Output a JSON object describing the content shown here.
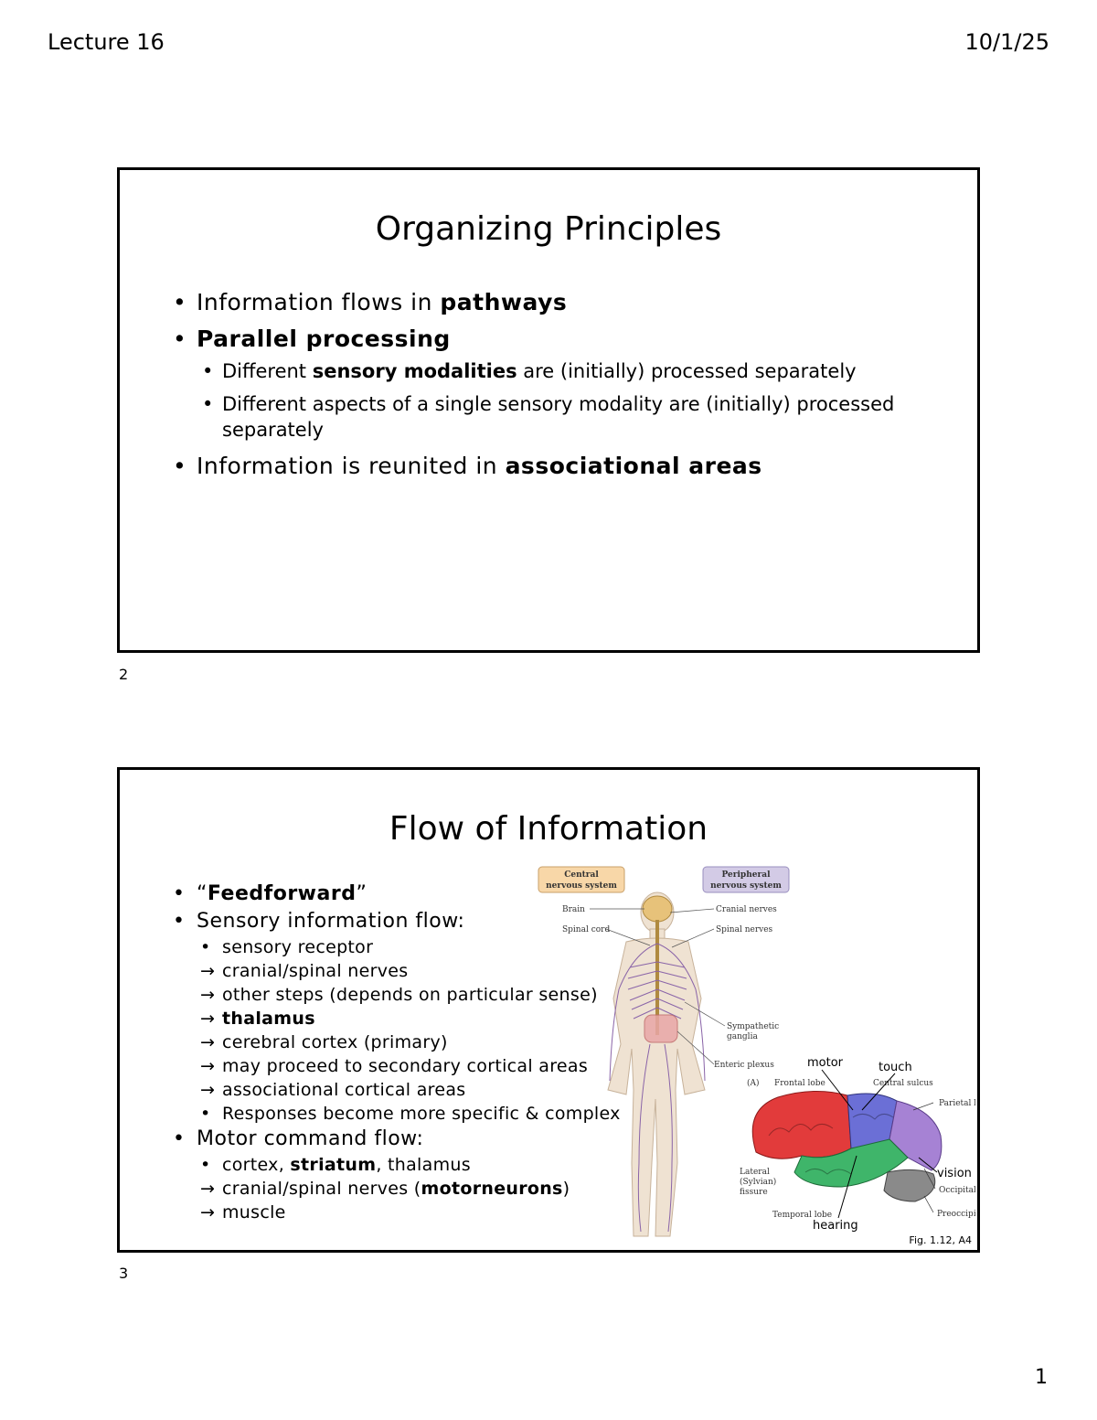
{
  "header": {
    "left": "Lecture 16",
    "right": "10/1/25"
  },
  "page_number": "1",
  "slide1": {
    "number": "2",
    "title": "Organizing Principles",
    "b1": {
      "text": "Information flows in ",
      "bold": "pathways"
    },
    "b2": {
      "bold": "Parallel processing"
    },
    "b2_sub1": {
      "pre": "Different ",
      "bold": "sensory modalities",
      "post": " are (initially) processed separately"
    },
    "b2_sub2": "Different aspects of a single sensory modality are (initially) processed separately",
    "b3": {
      "text": "Information is reunited in ",
      "bold": "associational areas"
    }
  },
  "slide2": {
    "number": "3",
    "title": "Flow of Information",
    "b1": {
      "open": "“",
      "bold": "Feedforward",
      "close": "”"
    },
    "b2": "Sensory information flow:",
    "sensory": {
      "s1": "sensory receptor",
      "arrow": "→",
      "s2": "cranial/spinal nerves",
      "s3": "other steps (depends on particular sense)",
      "s4": "thalamus",
      "s5": "cerebral cortex (primary)",
      "s6": "may proceed to secondary cortical areas",
      "s7": "associational cortical areas",
      "s8": "Responses become more specific & complex"
    },
    "b3": "Motor command flow:",
    "motor": {
      "m1_pre": "cortex, ",
      "m1_bold": "striatum",
      "m1_post": ", thalamus",
      "m2_pre": "cranial/spinal nerves (",
      "m2_bold": "motorneurons",
      "m2_post": ")",
      "m3": "muscle"
    },
    "figure": {
      "cns_box": [
        "Central",
        "nervous system"
      ],
      "pns_box": [
        "Peripheral",
        "nervous system"
      ],
      "brain": "Brain",
      "spinal_cord": "Spinal cord",
      "cranial_nerves": "Cranial nerves",
      "spinal_nerves": "Spinal nerves",
      "sympathetic": [
        "Sympathetic",
        "ganglia"
      ],
      "enteric": "Enteric plexus",
      "panel": "(A)",
      "frontal": "Frontal lobe",
      "central_sulcus": "Central sulcus",
      "parietal": "Parietal lobe",
      "lateral": [
        "Lateral",
        "(Sylvian)",
        "fissure"
      ],
      "temporal": "Temporal lobe",
      "occipital": "Occipital lobe",
      "preoccipital": "Preoccipital notch",
      "motor": "motor",
      "touch": "touch",
      "vision": "vision",
      "hearing": "hearing",
      "caption": "Fig. 1.12, A4"
    }
  }
}
